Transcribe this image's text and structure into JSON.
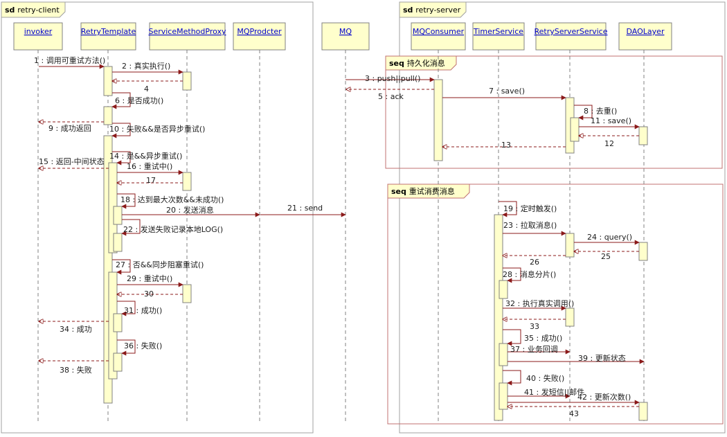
{
  "frames": [
    {
      "id": "client",
      "label": "sd retry-client"
    },
    {
      "id": "server",
      "label": "sd retry-server"
    }
  ],
  "fragments": [
    {
      "id": "persist",
      "label": "seq 持久化消息"
    },
    {
      "id": "retry",
      "label": "seq 重试消费消息"
    }
  ],
  "lifelines": [
    {
      "id": "invoker",
      "label": "invoker"
    },
    {
      "id": "retrytemplate",
      "label": "RetryTemplate"
    },
    {
      "id": "proxy",
      "label": "ServiceMethodProxy"
    },
    {
      "id": "mqproducer",
      "label": "MQProdcter"
    },
    {
      "id": "mq",
      "label": "MQ"
    },
    {
      "id": "mqconsumer",
      "label": "MQConsumer"
    },
    {
      "id": "timer",
      "label": "TimerService"
    },
    {
      "id": "retryserver",
      "label": "RetryServerService"
    },
    {
      "id": "dao",
      "label": "DAOLayer"
    }
  ],
  "messages": [
    {
      "id": "m1",
      "label": "1 : 调用可重试方法()"
    },
    {
      "id": "m2",
      "label": "2 : 真实执行()"
    },
    {
      "id": "m4",
      "label": "4"
    },
    {
      "id": "m6",
      "label": "6 : 是否成功()"
    },
    {
      "id": "m9",
      "label": "9 : 成功返回"
    },
    {
      "id": "m10",
      "label": "10 : 失败&&是否异步重试()"
    },
    {
      "id": "m14",
      "label": "14 : 是&&异步重试()"
    },
    {
      "id": "m15",
      "label": "15 : 返回-中间状态"
    },
    {
      "id": "m16",
      "label": "16 : 重试中()"
    },
    {
      "id": "m17",
      "label": "17"
    },
    {
      "id": "m18",
      "label": "18 : 达到最大次数&&未成功()"
    },
    {
      "id": "m20",
      "label": "20 : 发送消息"
    },
    {
      "id": "m21",
      "label": "21 : send"
    },
    {
      "id": "m22",
      "label": "22 : 发送失败记录本地LOG()"
    },
    {
      "id": "m27",
      "label": "27 : 否&&同步阻塞重试()"
    },
    {
      "id": "m29",
      "label": "29 : 重试中()"
    },
    {
      "id": "m30",
      "label": "30"
    },
    {
      "id": "m31",
      "label": "31 : 成功()"
    },
    {
      "id": "m34",
      "label": "34 : 成功"
    },
    {
      "id": "m36",
      "label": "36 : 失败()"
    },
    {
      "id": "m38",
      "label": "38 : 失败"
    },
    {
      "id": "m3",
      "label": "3 : push||pull()"
    },
    {
      "id": "m5",
      "label": "5 : ack"
    },
    {
      "id": "m7",
      "label": "7 : save()"
    },
    {
      "id": "m8",
      "label": "8 : 去重()"
    },
    {
      "id": "m11",
      "label": "11 : save()"
    },
    {
      "id": "m12",
      "label": "12"
    },
    {
      "id": "m13",
      "label": "13"
    },
    {
      "id": "m19",
      "label": "19 : 定时触发()"
    },
    {
      "id": "m23",
      "label": "23 : 拉取消息()"
    },
    {
      "id": "m24",
      "label": "24 : query()"
    },
    {
      "id": "m25",
      "label": "25"
    },
    {
      "id": "m26",
      "label": "26"
    },
    {
      "id": "m28",
      "label": "28 : 消息分片()"
    },
    {
      "id": "m32",
      "label": "32 : 执行真实调用()"
    },
    {
      "id": "m33",
      "label": "33"
    },
    {
      "id": "m35",
      "label": "35 : 成功()"
    },
    {
      "id": "m37",
      "label": "37 : 业务回调"
    },
    {
      "id": "m39",
      "label": "39 : 更新状态"
    },
    {
      "id": "m40",
      "label": "40 : 失败()"
    },
    {
      "id": "m41",
      "label": "41 : 发短信||邮件"
    },
    {
      "id": "m42",
      "label": "42 : 更新次数()"
    },
    {
      "id": "m43",
      "label": "43"
    }
  ],
  "colors": {
    "arrow": "#8b1a1a",
    "lifeline_text": "#0000cc",
    "activation_fill": "#ffffcc",
    "frame_tab": "#ffffcc",
    "frame_border": "#a0a0a0",
    "fragment_border": "#c07070",
    "label_text": "#1a1a1a"
  }
}
